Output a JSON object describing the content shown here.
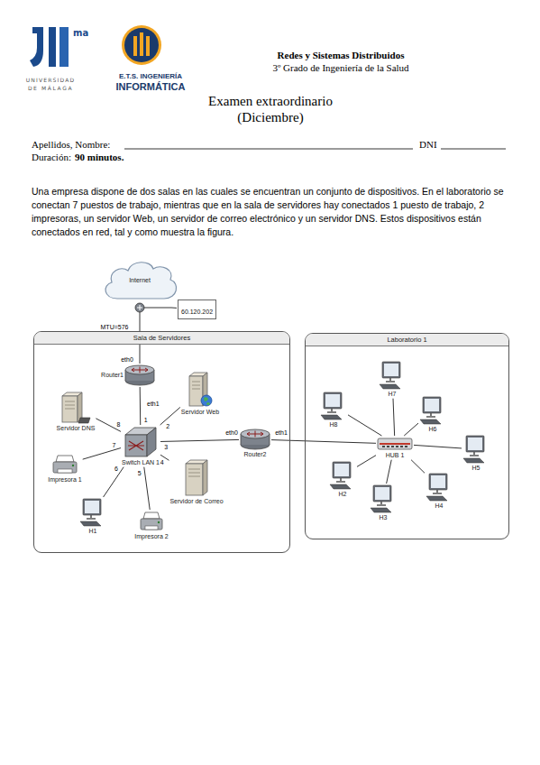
{
  "diagram": {
    "title": "Examen extraordinario",
    "nodes": [
      {
        "text": [
          "Internet"
        ]
      },
      {
        "text": [
          "60.120.202"
        ]
      },
      {
        "text": [
          "Sala de Servidores"
        ]
      },
      {
        "text": [
          "Router1"
        ],
        "in": 2
      },
      {
        "text": [
          "Servidor Web"
        ],
        "in": 2
      },
      {
        "text": [
          "Servidor DNS"
        ],
        "in": 2
      },
      {
        "text": [
          "Switch LAN 1"
        ],
        "in": 2
      },
      {
        "text": [
          "Impresora 1"
        ],
        "in": 2
      },
      {
        "text": [
          "Servidor de Correo"
        ],
        "in": 2
      },
      {
        "text": [
          "H1"
        ],
        "in": 2
      },
      {
        "text": [
          "Impresora 2"
        ],
        "in": 2
      },
      {
        "text": [
          "Router2"
        ],
        "in": 2
      },
      {
        "text": [
          "Laboratorio 1"
        ]
      },
      {
        "text": [
          "HUB 1"
        ],
        "in": 12
      },
      {
        "text": [
          "H7"
        ],
        "in": 12
      },
      {
        "text": [
          "H8"
        ],
        "in": 12
      },
      {
        "text": [
          "H6"
        ],
        "in": 12
      },
      {
        "text": [
          "H5"
        ],
        "in": 12
      },
      {
        "text": [
          "H2"
        ],
        "in": 12
      },
      {
        "text": [
          "H4"
        ],
        "in": 12
      },
      {
        "text": [
          "H3"
        ],
        "in": 12
      }
    ],
    "edges": [
      {
        "from": 0,
        "to": 3,
        "arrow": "none",
        "label": "MTU=576"
      },
      {
        "from": 0,
        "to": 1,
        "arrow": "none"
      },
      {
        "from": 3,
        "to": 6,
        "arrow": "none"
      },
      {
        "from": 4,
        "to": 6,
        "arrow": "none"
      },
      {
        "from": 5,
        "to": 6,
        "arrow": "none"
      },
      {
        "from": 7,
        "to": 6,
        "arrow": "none"
      },
      {
        "from": 8,
        "to": 6,
        "arrow": "none"
      },
      {
        "from": 9,
        "to": 6,
        "arrow": "none"
      },
      {
        "from": 10,
        "to": 6,
        "arrow": "none"
      },
      {
        "from": 6,
        "to": 11,
        "arrow": "none"
      },
      {
        "from": 11,
        "to": 13,
        "arrow": "none"
      },
      {
        "from": 13,
        "to": 14,
        "arrow": "none"
      },
      {
        "from": 13,
        "to": 15,
        "arrow": "none"
      },
      {
        "from": 13,
        "to": 16,
        "arrow": "none"
      },
      {
        "from": 13,
        "to": 17,
        "arrow": "none"
      },
      {
        "from": 13,
        "to": 18,
        "arrow": "none"
      },
      {
        "from": 13,
        "to": 19,
        "arrow": "none"
      },
      {
        "from": 13,
        "to": 20,
        "arrow": "none"
      }
    ],
    "labels": [
      "ma",
      "UNIVERSIDAD",
      "DE MÁLAGA",
      "E.T.S. INGENIERÍA",
      "INFORMÁTICA",
      "Redes y Sistemas Distribuidos",
      "3º Grado de Ingeniería de la Salud",
      "(Diciembre)",
      "Apellidos, Nombre:",
      "DNI",
      "Duración:",
      "90 minutos.",
      "Una empresa dispone de dos salas en las cuales se encuentran un conjunto de dispositivos. En el laboratorio se conectan 7 puestos de trabajo, mientras que en la sala de servidores hay conectados 1 puesto de trabajo, 2 impresoras, un servidor Web, un servidor de correo electrónico y un servidor DNS. Estos dispositivos están conectados en red, tal y como muestra la figura.",
      "eth0",
      "eth1",
      "1",
      "2",
      "3",
      "4",
      "5",
      "6",
      "7",
      "8",
      "eth0",
      "eth1"
    ]
  }
}
